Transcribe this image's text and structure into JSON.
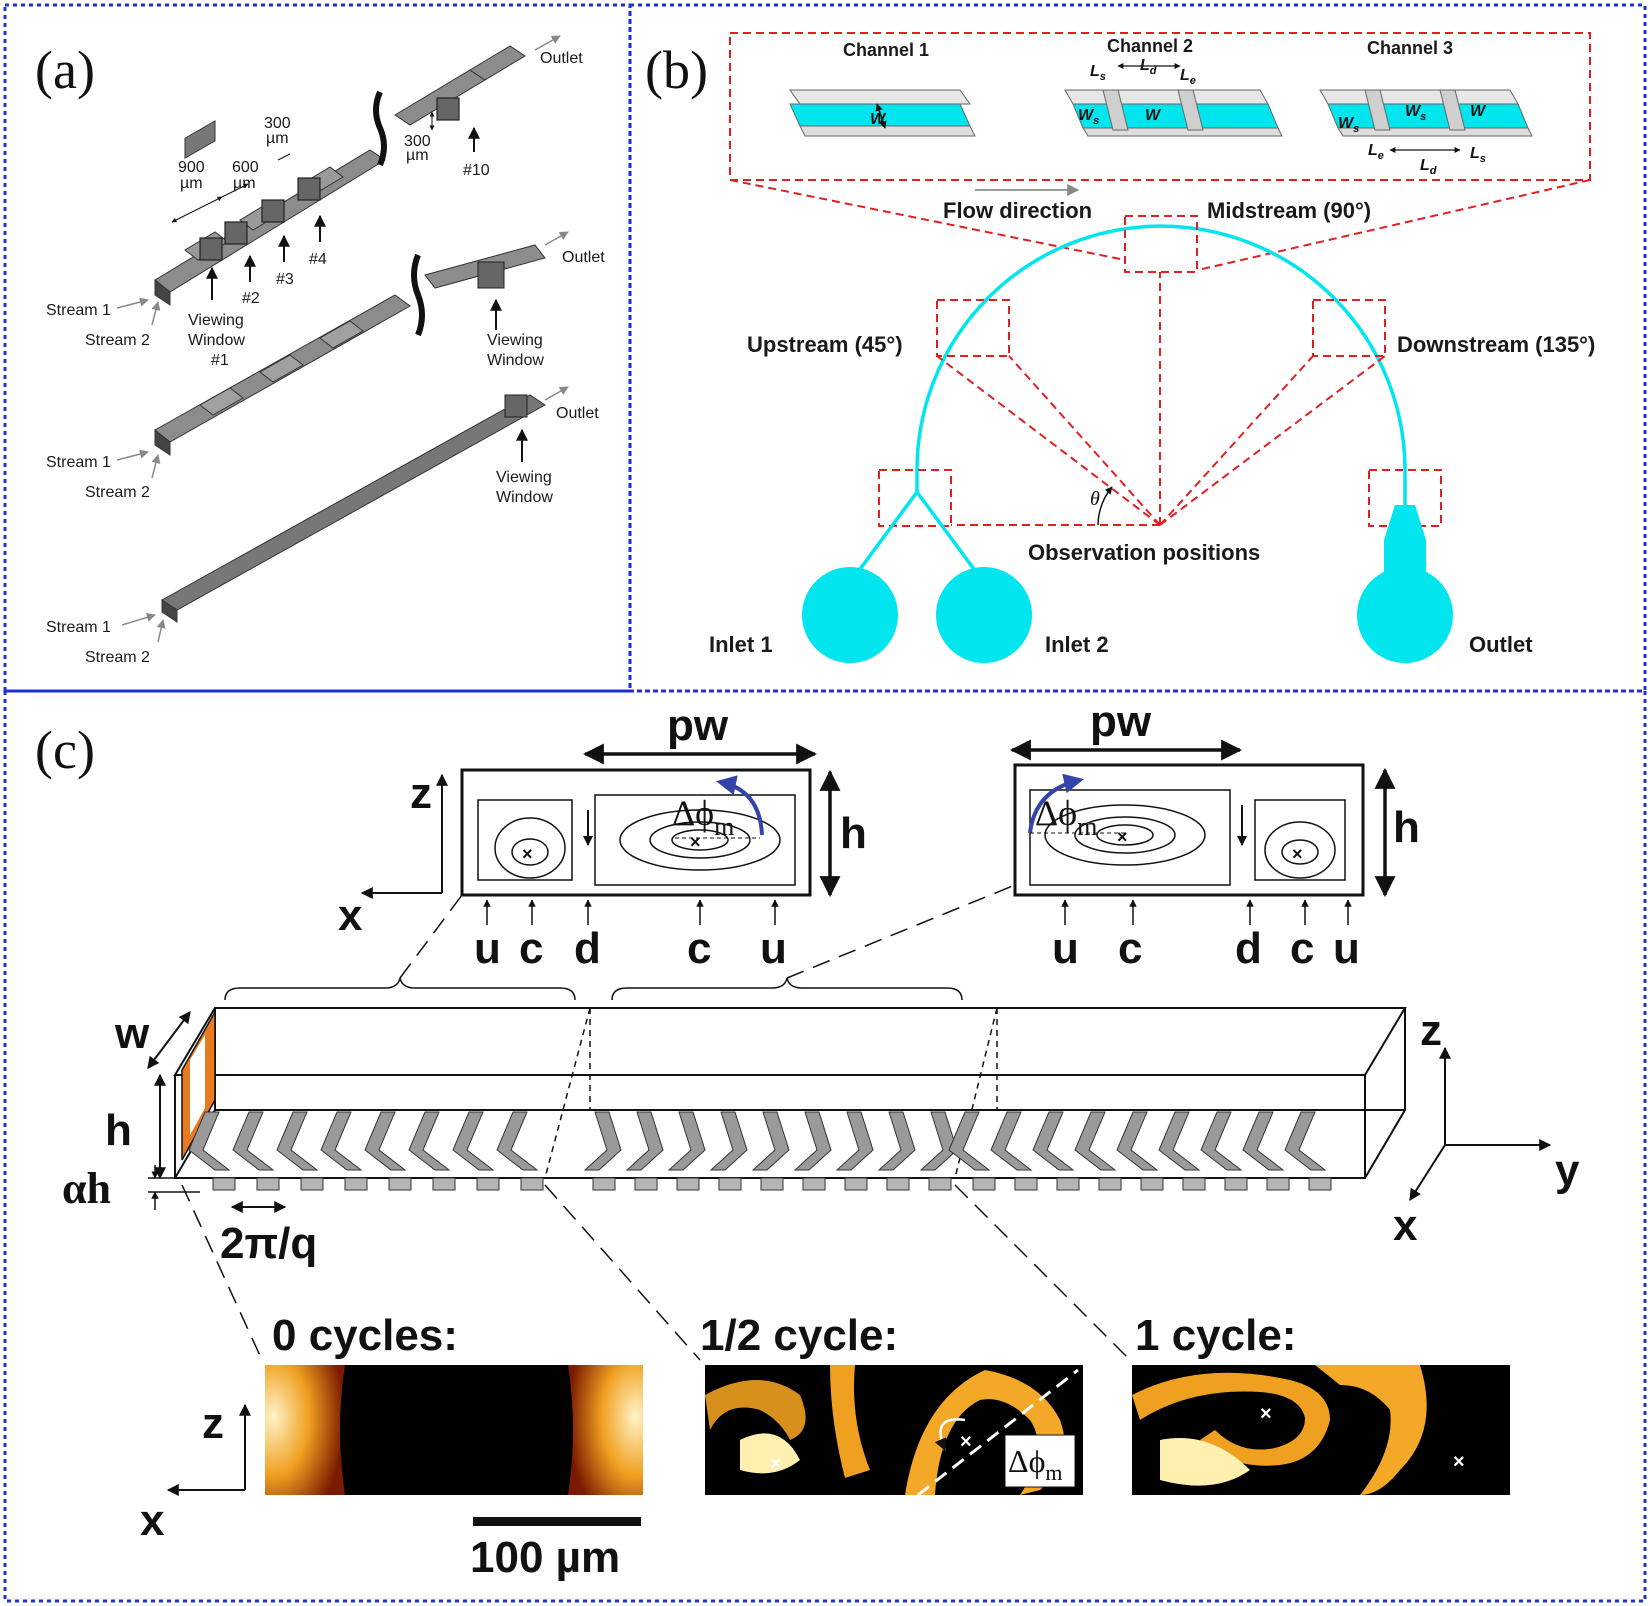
{
  "panels": {
    "a": {
      "letter": "(a)",
      "dim_900": "900",
      "dim_600": "600",
      "dim_300_top": "300",
      "dim_300_side": "300",
      "unit": "µm",
      "outlet": "Outlet",
      "stream1": "Stream 1",
      "stream2": "Stream 2",
      "viewing": "Viewing",
      "window": "Window",
      "win1": "#1",
      "win2": "#2",
      "win3": "#3",
      "win4": "#4",
      "win10": "#10"
    },
    "b": {
      "letter": "(b)",
      "channel1": "Channel 1",
      "channel2": "Channel 2",
      "channel3": "Channel 3",
      "w": "W",
      "ws": "W",
      "sub_s": "s",
      "ls": "L",
      "ld": "L",
      "le": "L",
      "sub_d": "d",
      "sub_e": "e",
      "flow_direction": "Flow direction",
      "midstream": "Midstream (90°)",
      "upstream": "Upstream (45°)",
      "downstream": "Downstream (135°)",
      "theta": "θ",
      "observation": "Observation positions",
      "inlet1": "Inlet 1",
      "inlet2": "Inlet 2",
      "outlet": "Outlet"
    },
    "c": {
      "letter": "(c)",
      "pw": "pw",
      "h": "h",
      "z": "z",
      "x": "x",
      "y": "y",
      "w": "w",
      "delta_phi": "Δϕ",
      "sub_m": "m",
      "u": "u",
      "c": "c",
      "d": "d",
      "alpha_h": "αh",
      "two_pi_q": "2π/q",
      "cycles0": "0 cycles:",
      "cycles_half": "1/2 cycle:",
      "cycles1": "1 cycle:",
      "scale": "100 µm"
    }
  },
  "colors": {
    "frame": "#1f2fd1",
    "cyan": "#00e5ee",
    "red_dash": "#e02020",
    "blue_arrow": "#3344aa",
    "orange": "#e87a22",
    "gray_block": "#7a7a7a"
  }
}
